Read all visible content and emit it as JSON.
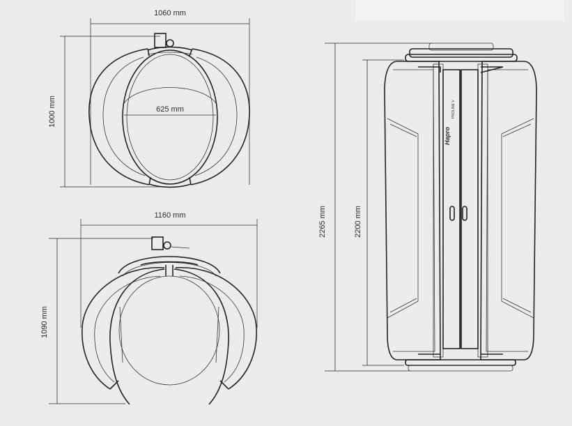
{
  "dimensions": {
    "top_view_1": {
      "width": "1060 mm",
      "depth": "1000 mm",
      "inner_width": "625 mm"
    },
    "top_view_2": {
      "width": "1160 mm",
      "depth": "1090 mm"
    },
    "front_view": {
      "total_height": "2265 mm",
      "body_height": "2200 mm"
    }
  },
  "branding": {
    "brand": "Hapro",
    "model": "PROLINE V"
  },
  "colors": {
    "background": "#edeceb",
    "outline": "#222222"
  }
}
